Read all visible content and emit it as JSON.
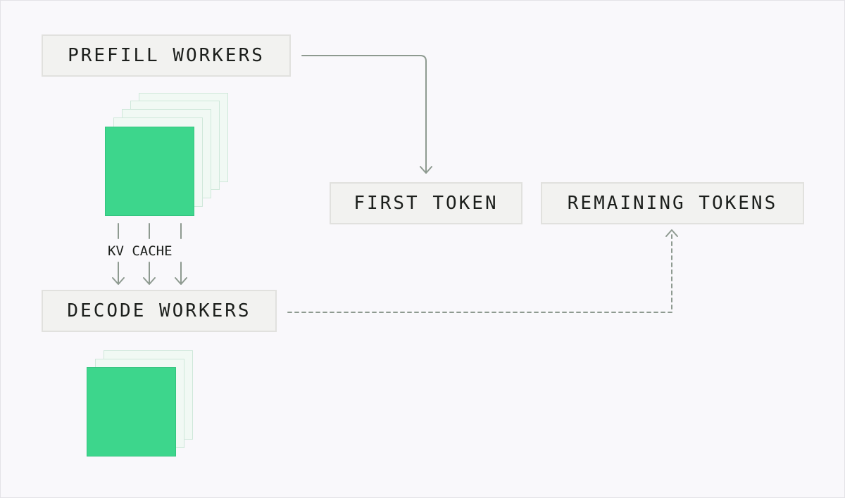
{
  "nodes": {
    "prefill_workers": "PREFILL WORKERS",
    "decode_workers": "DECODE WORKERS",
    "first_token": "FIRST TOKEN",
    "remaining_tokens": "REMAINING TOKENS"
  },
  "edges": {
    "kv_cache_label": "KV CACHE"
  },
  "colors": {
    "worker_green": "#3dd68c",
    "worker_stack": "#f1f9f4",
    "arrow": "#8e9a90",
    "box_fill": "#f2f2f0",
    "background": "#f9f8fb"
  }
}
